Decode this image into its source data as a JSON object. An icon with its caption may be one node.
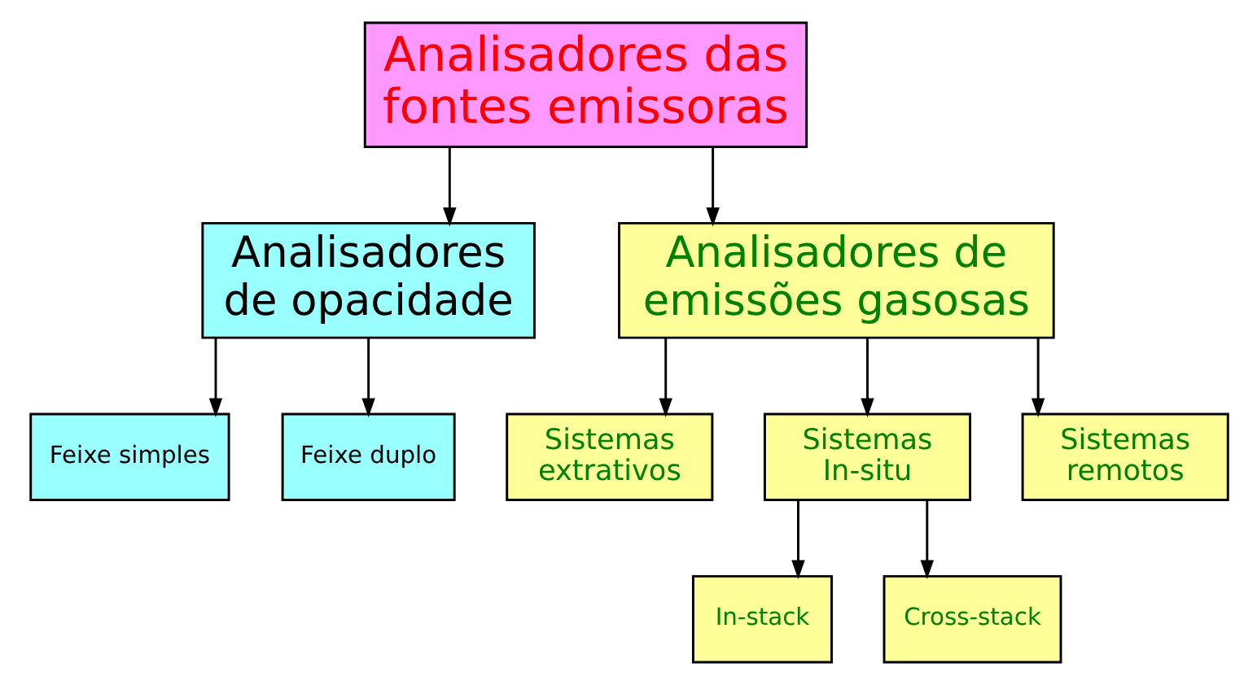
{
  "diagram": {
    "nodes": [
      {
        "text": [
          "Analisadores das fontes emissoras"
        ]
      },
      {
        "text": [
          "Analisadores de opacidade"
        ]
      },
      {
        "text": [
          "Analisadores de emissões gasosas"
        ]
      },
      {
        "text": [
          "Feixe simples"
        ]
      },
      {
        "text": [
          "Feixe duplo"
        ]
      },
      {
        "text": [
          "Sistemas extrativos"
        ]
      },
      {
        "text": [
          "Sistemas In-situ"
        ]
      },
      {
        "text": [
          "Sistemas remotos"
        ]
      },
      {
        "text": [
          "In-stack"
        ]
      },
      {
        "text": [
          "Cross-stack"
        ]
      }
    ],
    "edges": [
      {
        "from": 0,
        "to": 1,
        "arrow": "to"
      },
      {
        "from": 0,
        "to": 2,
        "arrow": "to"
      },
      {
        "from": 1,
        "to": 3,
        "arrow": "to"
      },
      {
        "from": 1,
        "to": 4,
        "arrow": "to"
      },
      {
        "from": 2,
        "to": 5,
        "arrow": "to"
      },
      {
        "from": 2,
        "to": 6,
        "arrow": "to"
      },
      {
        "from": 2,
        "to": 7,
        "arrow": "to"
      },
      {
        "from": 6,
        "to": 8,
        "arrow": "to"
      },
      {
        "from": 6,
        "to": 9,
        "arrow": "to"
      }
    ]
  }
}
